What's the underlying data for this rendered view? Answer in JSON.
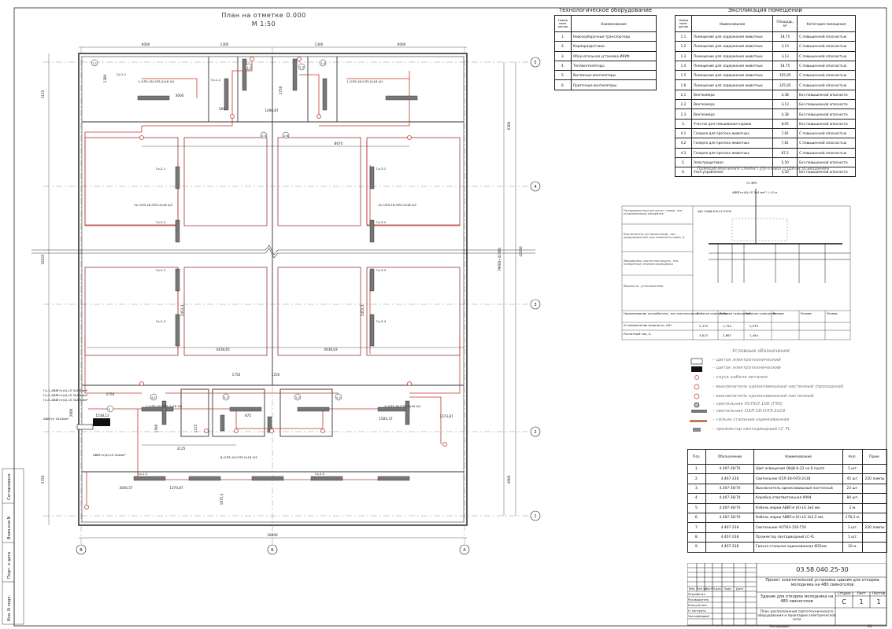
{
  "plan": {
    "title": "План на отметке 0.000",
    "scale": "М 1:50"
  },
  "equipment": {
    "title": "Технологическое оборудование",
    "headers": [
      "Номер поме- щения",
      "Наименование"
    ],
    "rows": [
      [
        "1.",
        "Навозоуборочные транспортеры"
      ],
      [
        "2.",
        "Кормораздатчики"
      ],
      [
        "3.",
        "Облучательная установка ИКУФ"
      ],
      [
        "4.",
        "Теплвентиляторы"
      ],
      [
        "5.",
        "Вытяжные вентиляторы"
      ],
      [
        "6.",
        "Приточные вентиляторы"
      ]
    ]
  },
  "rooms": {
    "title": "Экспликация помещений",
    "headers": [
      "Номер поме- щения",
      "Наименование",
      "Площадь, м²",
      "Категория помещения"
    ],
    "rows": [
      [
        "1.1",
        "Помещение для содержания животных",
        "18,75",
        "С повышенной опасностью"
      ],
      [
        "1.2",
        "Помещение для содержания животных",
        "3,13",
        "С повышенной опасностью"
      ],
      [
        "1.3",
        "Помещение для содержания животных",
        "3,13",
        "С повышенной опасностью"
      ],
      [
        "1.4",
        "Помещение для содержания животных",
        "18,75",
        "С повышенной опасностью"
      ],
      [
        "1.5",
        "Помещение для содержания животных",
        "325,05",
        "С повышенной опасностью"
      ],
      [
        "1.6",
        "Помещение для содержания животных",
        "325,05",
        "С повышенной опасностью"
      ],
      [
        "2.1",
        "Венткамера",
        "4,38",
        "Без повышенной опасности"
      ],
      [
        "2.2",
        "Венткамера",
        "3,13",
        "Без повышенной опасности"
      ],
      [
        "2.3",
        "Венткамера",
        "4,38",
        "Без повышенной опасности"
      ],
      [
        "3.",
        "Участок для смешивания кормов",
        "8,05",
        "Без повышенной опасности"
      ],
      [
        "4.1",
        "Галерея для прогона животных",
        "7,81",
        "С повышенной опасностью"
      ],
      [
        "4.2",
        "Галерея для прогона животных",
        "7,81",
        "С повышенной опасностью"
      ],
      [
        "4.3",
        "Галерея для прогона животных",
        "87,5",
        "С повышенной опасностью"
      ],
      [
        "5.",
        "Электрощитовая",
        "5,50",
        "Без повышенной опасности"
      ],
      [
        "6.",
        "Узел управления",
        "5,50",
        "Без повышенной опасности"
      ]
    ]
  },
  "schematic": {
    "title": "Принципиальная схема группового щита освещения",
    "labels": {
      "left1": "Распределительный пункт, номер, тип установленный аппаратов",
      "left2": "Выключатель (установочный), тип предохранитель или плавкой вставки, А",
      "left3": "Маркировка, расчетная модуль, тип, поперечное сечение проводника",
      "left4": "Мощность, установленная",
      "row1": "Наименование потребителя, тип светильников",
      "row2": "Установленная мощность, кВт",
      "row3": "Расчетный ток, А",
      "cols": [
        "Рабочее освещение",
        "Рабочее освещение",
        "Рабочее освещение",
        "Резерв",
        "Резерв",
        "Резерв"
      ],
      "vals1": [
        "2,379",
        "1,744",
        "0,976"
      ],
      "vals2": [
        "3,613",
        "2,667",
        "1,494"
      ],
      "vru": "От ВРУ",
      "cable": "АВВГнг(А)-LS 3х4 мм², L=2 м",
      "panel": "ЩО ОЩВ-6 В-22 УХЛ4"
    }
  },
  "legend": {
    "title": "Условные обозначения",
    "items": [
      "– щиток электротехнический",
      "– щиток электротехнический",
      "– спуск кабеля питания",
      "– выключатель одноклавишный настенный (проходной)",
      "– выключатель одноклавишный настенный",
      "– светильник НСП03 100 (Г50)",
      "– светильник ОЗЛ-18-ОЛЗ-2х18",
      "– гильза стальная оцинкованная",
      "– прожектор светодиодный LC FL"
    ]
  },
  "spec": {
    "headers": [
      "Поз.",
      "Обозначение",
      "Наименование",
      "Кол.",
      "Прим."
    ],
    "rows": [
      [
        "1.",
        "4.407-36/70",
        "Щит освещения ОЩВ-6-22 на 6 групп",
        "1 шт.",
        ""
      ],
      [
        "2.",
        "4.467-238",
        "Светильник ОЗЛ-18-ОЛЗ-2х18",
        "45 шт.",
        "220 лампы"
      ],
      [
        "3.",
        "4.407-36/70",
        "Выключатель одноклавишный настенный",
        "23 шт.",
        ""
      ],
      [
        "4.",
        "4.407-36/70",
        "Коробка ответвительная У994",
        "84 шт.",
        ""
      ],
      [
        "5.",
        "4.407-36/70",
        "Кабель марки АВВГнг(А)-LS 3х4 мм",
        "2 м.",
        ""
      ],
      [
        "6.",
        "4.407-36/70",
        "Кабель марки АВВГнг(А)-LS 3х2,5 мм",
        "278,3 м.",
        ""
      ],
      [
        "7.",
        "4.407-238",
        "Светильник НСП03-150-Г50",
        "3 шт.",
        "220 лампы"
      ],
      [
        "8.",
        "4.407-238",
        "Прожектор светодиодный LC-FL",
        "1 шт.",
        ""
      ],
      [
        "9.",
        "4.407-238",
        "Гильза стальная оцинкованная Ø32мм",
        "10 м.",
        ""
      ]
    ]
  },
  "stamp": {
    "code": "03.58.040.25-30",
    "project": "Проект осветительной установки здания для откорма молодняка на 480 свиноголов",
    "building": "Здание для откорма молодняка на 480 свиноголов",
    "sheet_title": "План расположения светотехнического оборудования и прокладки электрической сети",
    "stage_h": "Стадия",
    "sheet_h": "Лист",
    "sheets_h": "Листов",
    "stage": "С",
    "sheet": "1",
    "sheets": "1",
    "cols": [
      "Изм.",
      "Кол.уч",
      "Лист",
      "N док.",
      "Подп.",
      "Дата"
    ],
    "roles": [
      "Разработал",
      "Руководитель",
      "Консультант",
      "Н. контроль",
      "Зав.кафедрой"
    ],
    "copied": "Копировал",
    "format": "А1"
  },
  "sidebar": {
    "items": [
      "Инв. N подл.",
      "Подп. и дата",
      "Взам.инв.N",
      "Согласовано"
    ]
  },
  "axes": {
    "rows": [
      "5",
      "4",
      "3",
      "2",
      "1"
    ],
    "cols": [
      "В",
      "Б",
      "А"
    ]
  },
  "dims": {
    "top": [
      "6000",
      "1300",
      "1300",
      "6000"
    ],
    "bottom": "18000",
    "right": [
      "6300",
      "42300",
      "4900"
    ],
    "right2": "79600÷42300",
    "left": [
      "3125",
      "35625",
      "3750"
    ],
    "misc": [
      "1380",
      "3000",
      "2750",
      "500",
      "1496,87",
      "8670",
      "2453,3",
      "2453,3",
      "4438,63",
      "4438,63",
      "1750",
      "1250",
      "2750",
      "1585,37",
      "1373,87",
      "1125",
      "3125",
      "1500",
      "875",
      "3000,57",
      "1875,4",
      "1370,87",
      "2000",
      "1538,13"
    ]
  },
  "plan_labels": {
    "group_cable": "1–ОЛЗ-18-ОЛЗ-2х18 4/1",
    "group_cable_big": "14–ОЛЗ-18-ОЛЗ-2х18 4/2",
    "group_cable_bottom": "8–ОЛЗ-18-ОЛЗ-2х18 4/3",
    "rooms": [
      "1.1",
      "1.2",
      "1.3",
      "1.4",
      "1.5",
      "1.6",
      "2.1",
      "2.2",
      "2.3",
      "3",
      "4.1",
      "4.2",
      "4.3",
      "5",
      "6"
    ],
    "feeders": [
      "Гр.1–АВВГнг(А)-LS 3х2,5 мм²",
      "Гр.2–АВВГнг(А)-LS 3х2,5 мм²",
      "Гр.3–АВВГнг(А)-LS 3х2,5 мм²",
      "АВВГнг 3х10мм²",
      "АВВГнг(А)-LS 3х4мм²"
    ],
    "lamps": [
      "Гр.1-1",
      "Гр.1-2",
      "Гр.1-3",
      "Гр.2-1",
      "Гр.2-2",
      "Гр.2-3",
      "Гр.2-4",
      "Гр.3-1",
      "Гр.3-2",
      "Гр.3-3",
      "Гр.3-4",
      "Гр.3-5"
    ]
  }
}
